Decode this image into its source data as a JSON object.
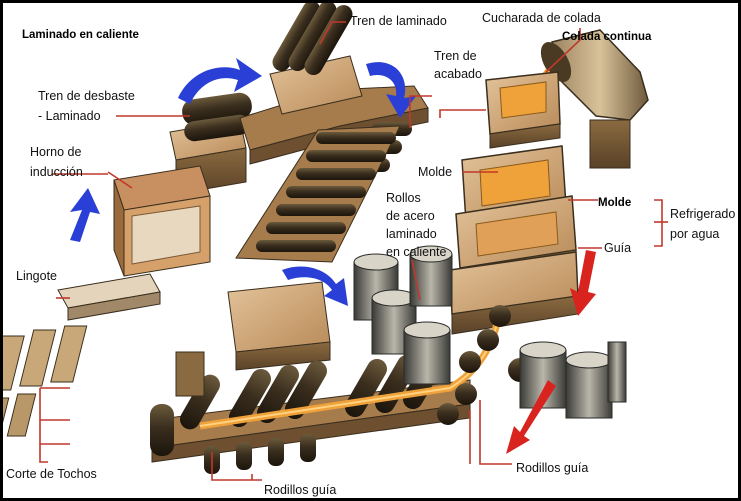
{
  "title": "Laminado en caliente",
  "labels": {
    "tren_laminado": "Tren de laminado",
    "cucharada": "Cucharada de colada",
    "colada_continua": "Colada continua",
    "tren_acabado_1": "Tren de",
    "tren_acabado_2": "acabado",
    "tren_desbaste_1": "Tren de desbaste",
    "tren_desbaste_2": "- Laminado",
    "horno_1": "Horno de",
    "horno_2": "inducción",
    "molde_1": "Molde",
    "molde_2": "Molde",
    "rollos_1": "Rollos",
    "rollos_2": "de acero",
    "rollos_3": "laminado",
    "rollos_4": "en caliente",
    "refrigerado_1": "Refrigerado",
    "refrigerado_2": "por agua",
    "guia": "Guía",
    "lingote": "Lingote",
    "corte": "Corte de Tochos",
    "rodillos_guia_1": "Rodillos guía",
    "rodillos_guia_2": "Rodillos guía"
  },
  "colors": {
    "arrow_blue": "#2a3fd6",
    "arrow_red": "#d9231f",
    "leader": "#c0392b",
    "steel_orange": "#f0a23a",
    "block": "#c9a070"
  }
}
